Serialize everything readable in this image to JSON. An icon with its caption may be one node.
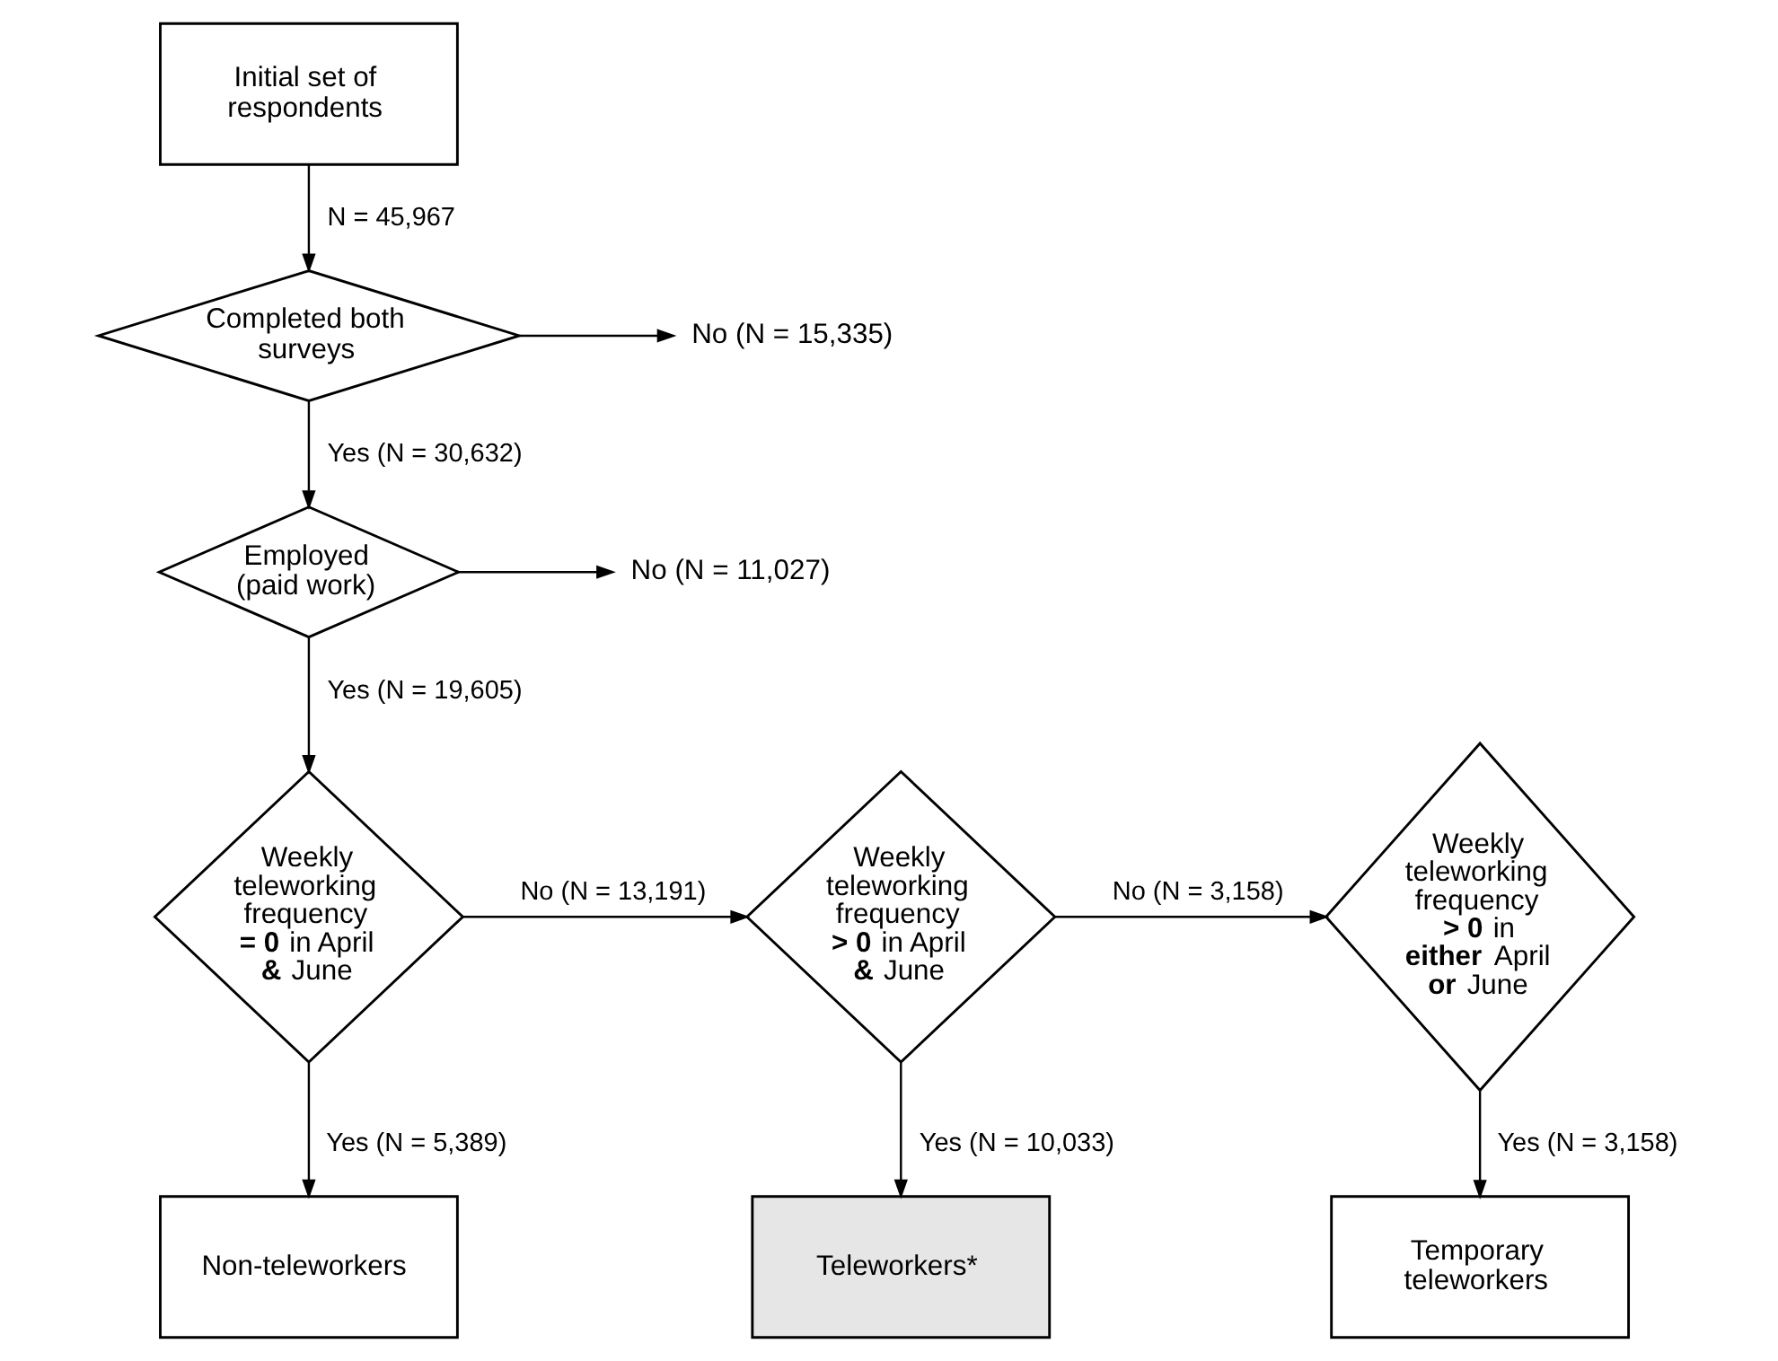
{
  "diagram": {
    "nodes": [
      {
        "text": [
          "Initial set of respondents"
        ]
      },
      {
        "text": [
          "Completed both surveys"
        ]
      },
      {
        "text": [
          "No (N = 15,335)"
        ]
      },
      {
        "text": [
          "Employed (paid work)"
        ]
      },
      {
        "text": [
          "No (N = 11,027)"
        ]
      },
      {
        "text": [
          "Weekly teleworking frequency **= 0** in April **&** June"
        ]
      },
      {
        "text": [
          "Weekly teleworking frequency **> 0** in April **&** June"
        ]
      },
      {
        "text": [
          "Weekly teleworking frequency **> 0** in **either** April **or** June"
        ]
      },
      {
        "text": [
          "Non-teleworkers"
        ]
      },
      {
        "text": [
          "Teleworkers*"
        ]
      },
      {
        "text": [
          "Temporary teleworkers"
        ]
      }
    ],
    "edges": [
      {
        "from": 0,
        "to": 1,
        "arrow": "to",
        "label": "N = 45,967"
      },
      {
        "from": 1,
        "to": 2,
        "arrow": "to"
      },
      {
        "from": 1,
        "to": 3,
        "arrow": "to",
        "label": "Yes (N = 30,632)"
      },
      {
        "from": 3,
        "to": 4,
        "arrow": "to"
      },
      {
        "from": 3,
        "to": 5,
        "arrow": "to",
        "label": "Yes (N = 19,605)"
      },
      {
        "from": 5,
        "to": 6,
        "arrow": "to",
        "label": "No (N = 13,191)"
      },
      {
        "from": 6,
        "to": 7,
        "arrow": "to",
        "label": "No (N = 3,158)"
      },
      {
        "from": 5,
        "to": 8,
        "arrow": "to",
        "label": "Yes (N = 5,389)"
      },
      {
        "from": 6,
        "to": 9,
        "arrow": "to",
        "label": "Yes (N = 10,033)"
      },
      {
        "from": 7,
        "to": 10,
        "arrow": "to",
        "label": "Yes (N = 3,158)"
      }
    ]
  }
}
